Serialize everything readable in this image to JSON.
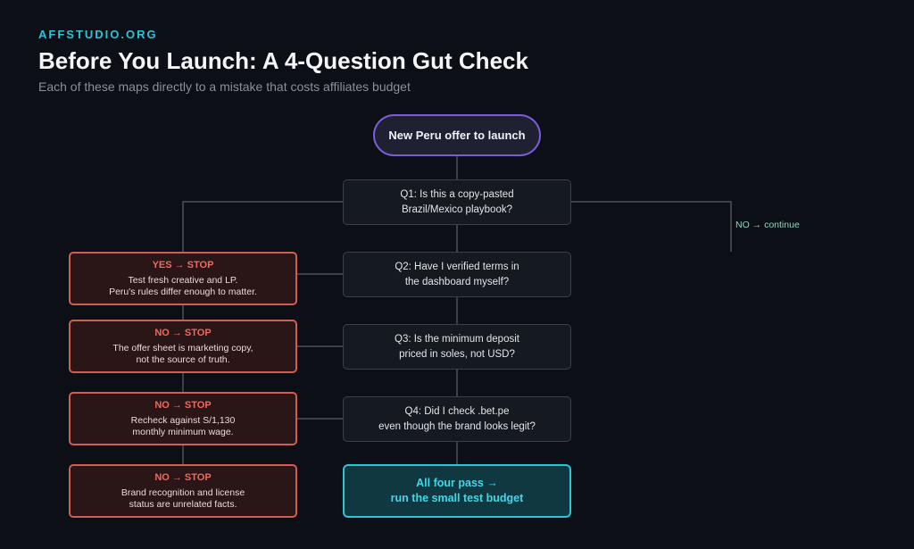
{
  "header": {
    "brand": "AFFSTUDIO.ORG",
    "title": "Before You Launch: A 4-Question Gut Check",
    "subtitle": "Each of these maps directly to a mistake that costs affiliates budget"
  },
  "flow": {
    "start": "New Peru offer to launch",
    "questions": [
      {
        "line1": "Q1: Is this a copy-pasted",
        "line2": "Brazil/Mexico playbook?"
      },
      {
        "line1": "Q2: Have I verified terms in",
        "line2": "the dashboard myself?"
      },
      {
        "line1": "Q3: Is the minimum deposit",
        "line2": "priced in soles, not USD?"
      },
      {
        "line1": "Q4: Did I check .bet.pe",
        "line2": "even though the brand looks legit?"
      }
    ],
    "stops": [
      {
        "head": "YES → STOP",
        "line1": "Test fresh creative and LP.",
        "line2": "Peru's rules differ enough to matter."
      },
      {
        "head": "NO → STOP",
        "line1": "The offer sheet is marketing copy,",
        "line2": "not the source of truth."
      },
      {
        "head": "NO → STOP",
        "line1": "Recheck against S/1,130",
        "line2": "monthly minimum wage."
      },
      {
        "head": "NO → STOP",
        "line1": "Brand recognition and license",
        "line2": "status are unrelated facts."
      }
    ],
    "pass": {
      "line1": "All four pass →",
      "line2": "run the small test budget"
    },
    "continue_label": "NO → continue"
  },
  "colors": {
    "background": "#0d0f16",
    "brand": "#2fc3d6",
    "start_border": "#7b5cd6",
    "stop_border": "#cf5f55",
    "stop_text": "#ef6a5f",
    "pass_border": "#2ec5d8",
    "continue_text": "#8fd6bf",
    "connector": "#4a5058"
  }
}
